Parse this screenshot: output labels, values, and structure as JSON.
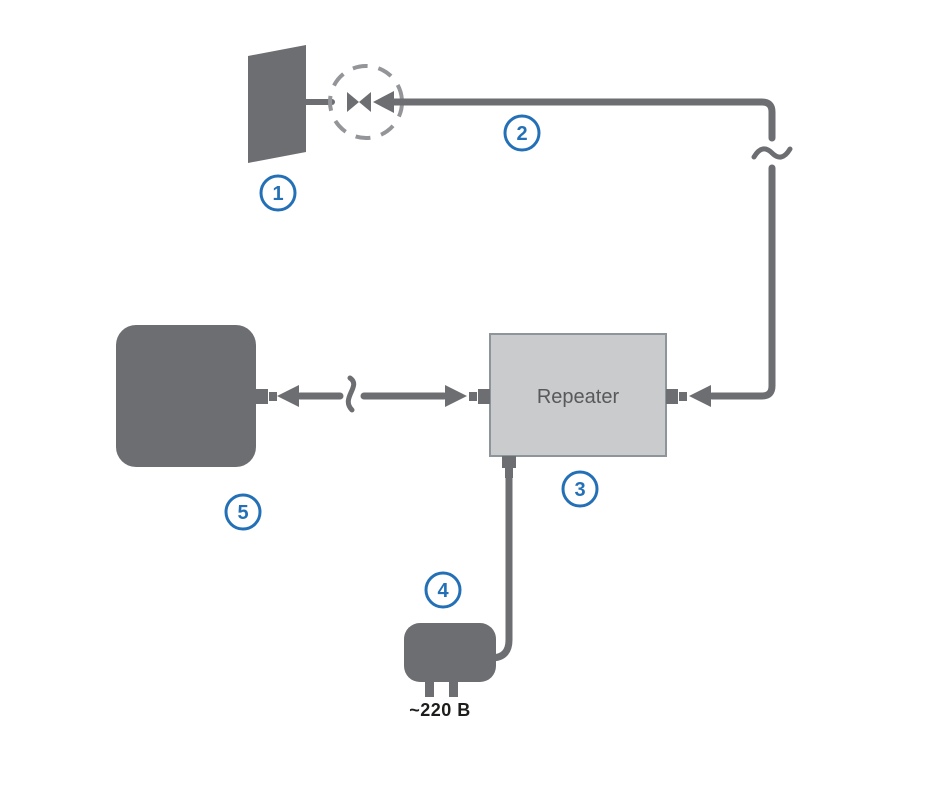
{
  "diagram": {
    "type": "repeater-connection-scheme",
    "labels": {
      "repeater": "Repeater",
      "power": "~220 В"
    },
    "callouts": [
      {
        "id": "outdoor-antenna",
        "number": "1"
      },
      {
        "id": "outdoor-cable",
        "number": "2"
      },
      {
        "id": "repeater",
        "number": "3"
      },
      {
        "id": "power-supply",
        "number": "4"
      },
      {
        "id": "indoor-antenna",
        "number": "5"
      }
    ],
    "colors": {
      "device_gray": "#6d6e71",
      "repeater_fill": "#c9cbcc",
      "repeater_border": "#8d959a",
      "dashed_circle_gray": "#939598",
      "callout_blue": "#2470b6",
      "repeater_text": "#58595b",
      "power_text": "#1d1d1b",
      "background": "#ffffff"
    }
  }
}
